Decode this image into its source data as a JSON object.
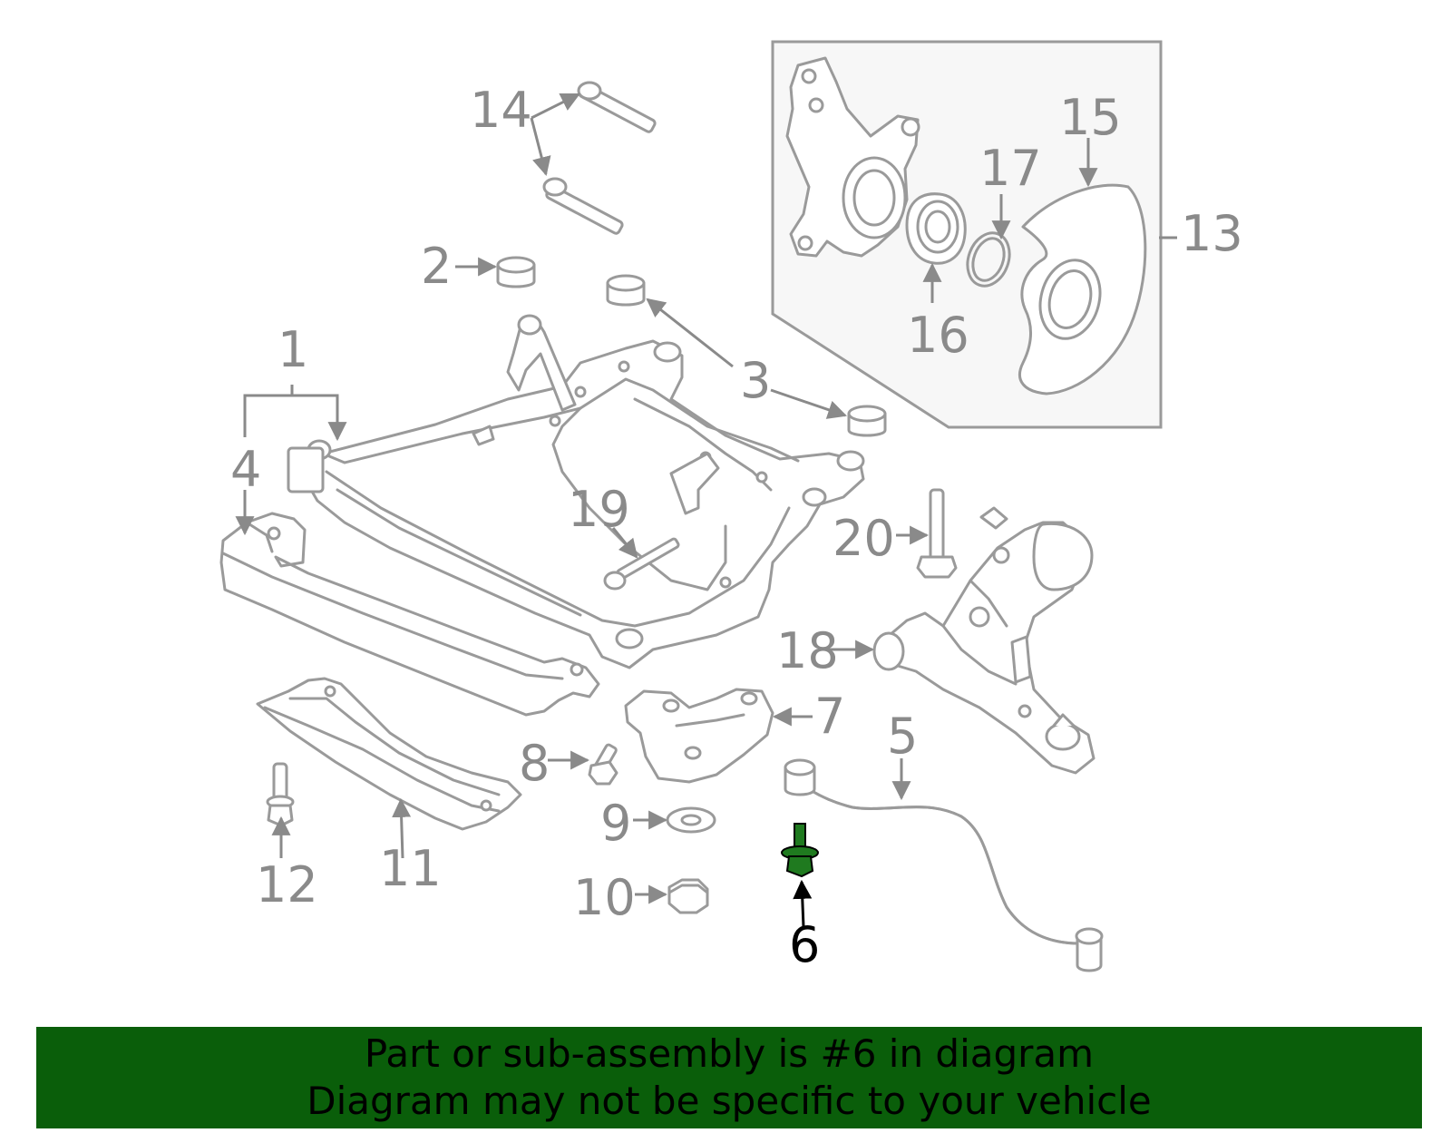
{
  "callouts": {
    "c1": "1",
    "c2": "2",
    "c3": "3",
    "c4": "4",
    "c5": "5",
    "c6": "6",
    "c7": "7",
    "c8": "8",
    "c9": "9",
    "c10": "10",
    "c11": "11",
    "c12": "12",
    "c13": "13",
    "c14": "14",
    "c15": "15",
    "c16": "16",
    "c17": "17",
    "c18": "18",
    "c19": "19",
    "c20": "20"
  },
  "highlight": {
    "part": "6",
    "color": "#1f7a1f"
  },
  "colors": {
    "line": "#9a9a9a",
    "label": "#8a8a8a",
    "banner": "#0a5e0a",
    "inset": "#f7f7f7"
  },
  "banner": {
    "line1": "Part or sub-assembly is #6 in diagram",
    "line2": "Diagram may not be specific to your vehicle"
  }
}
